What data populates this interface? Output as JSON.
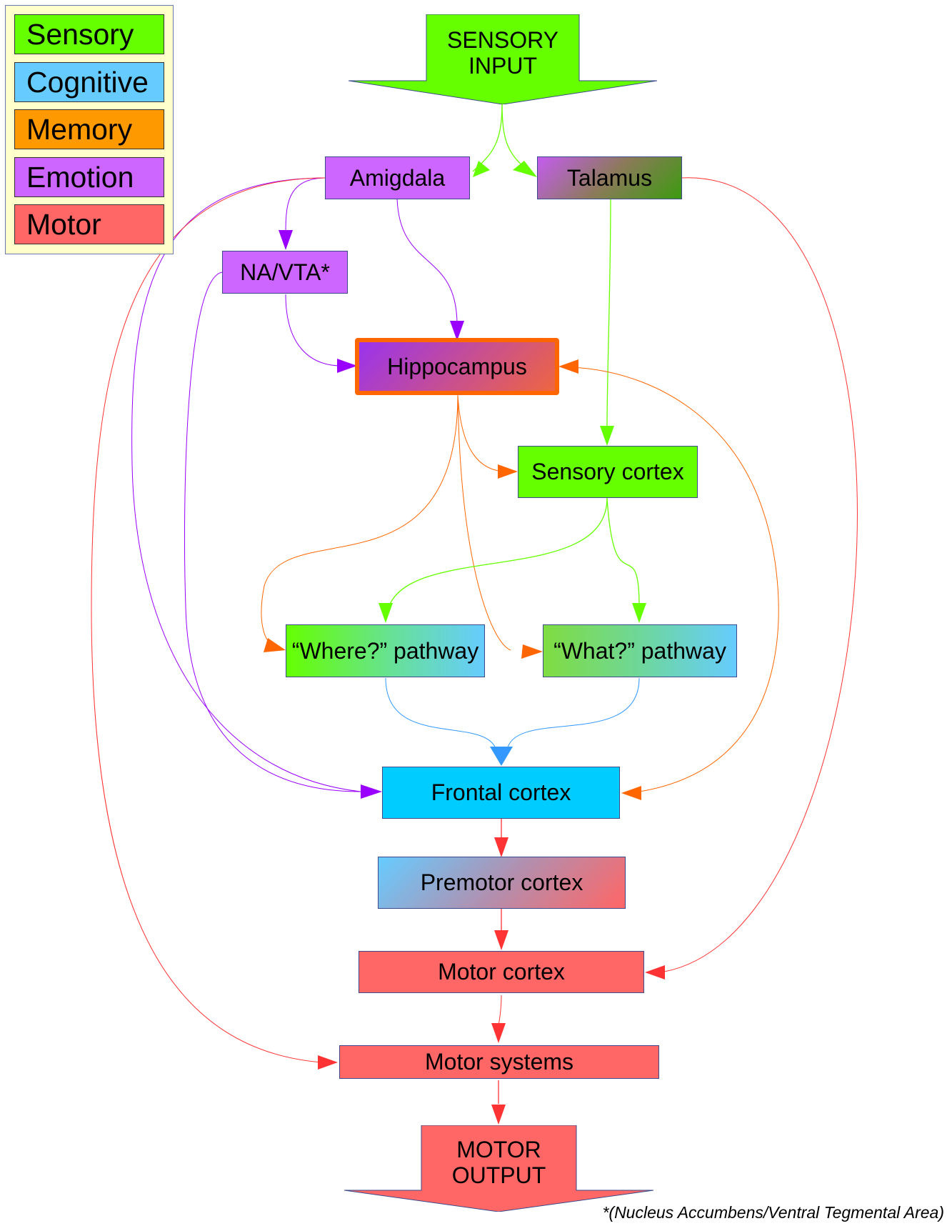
{
  "legend": [
    {
      "label": "Sensory",
      "color": "#66ff00"
    },
    {
      "label": "Cognitive",
      "color": "#66ccff"
    },
    {
      "label": "Memory",
      "color": "#ff9900"
    },
    {
      "label": "Emotion",
      "color": "#cc66ff"
    },
    {
      "label": "Motor",
      "color": "#ff6666"
    }
  ],
  "input": {
    "line1": "SENSORY",
    "line2": "INPUT",
    "color": "#66ff00"
  },
  "output": {
    "line1": "MOTOR",
    "line2": "OUTPUT",
    "color": "#ff6666"
  },
  "nodes": {
    "amigdala": "Amigdala",
    "talamus": "Talamus",
    "navta": "NA/VTA*",
    "hippocampus": "Hippocampus",
    "sensory_cortex": "Sensory cortex",
    "where_pathway": "“Where?” pathway",
    "what_pathway": "“What?” pathway",
    "frontal_cortex": "Frontal cortex",
    "premotor_cortex": "Premotor cortex",
    "motor_cortex": "Motor cortex",
    "motor_systems": "Motor systems"
  },
  "colors": {
    "sensory": "#66ff00",
    "cognitive": "#66ccff",
    "memory": "#ff6600",
    "emotion": "#cc66ff",
    "motor": "#ff6666",
    "emotion_link": "#9900ff",
    "motor_link": "#ff3333",
    "cognitive_link": "#3399ff"
  },
  "footnote": "*(Nucleus Accumbens/Ventral Tegmental Area)"
}
